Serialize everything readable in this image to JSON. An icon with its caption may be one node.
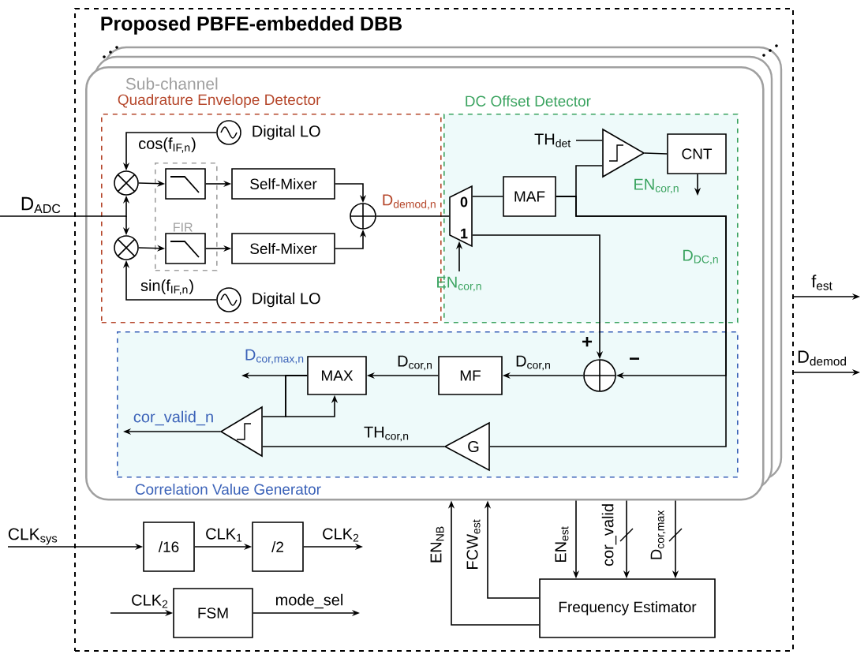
{
  "diagram": {
    "title": "Proposed PBFE-embedded DBB",
    "nodes": [
      {
        "text": [],
        "shape": "box"
      },
      {
        "text": [
          "Sub-channel"
        ],
        "in": 0
      },
      {
        "text": [
          "Quadrature Envelope Detector"
        ],
        "in": 1
      },
      {
        "text": [
          "DC Offset Detector"
        ],
        "in": 1
      },
      {
        "text": [
          "Correlation Value Generator"
        ],
        "in": 1
      },
      {
        "text": [],
        "shape": "circle",
        "beside": [
          "Digital LO"
        ],
        "in": 2
      },
      {
        "text": [],
        "shape": "circle",
        "in": 2
      },
      {
        "text": [
          "FIR"
        ],
        "in": 2
      },
      {
        "text": [],
        "shape": "box",
        "in": 7
      },
      {
        "text": [
          "Self-Mixer"
        ],
        "in": 2
      },
      {
        "text": [],
        "shape": "circle",
        "in": 2
      },
      {
        "text": [],
        "shape": "circle",
        "in": 2
      },
      {
        "text": [],
        "shape": "box",
        "in": 7
      },
      {
        "text": [
          "Self-Mixer"
        ],
        "in": 2
      },
      {
        "text": [],
        "shape": "circle",
        "beside": [
          "Digital LO"
        ],
        "in": 2
      },
      {
        "text": [
          "0",
          "1"
        ],
        "in": 3
      },
      {
        "text": [
          "MAF"
        ],
        "in": 3
      },
      {
        "text": [],
        "shape": "triangle",
        "in": 3
      },
      {
        "text": [
          "CNT"
        ],
        "in": 3
      },
      {
        "text": [],
        "shape": "circle",
        "in": 4
      },
      {
        "text": [
          "MF"
        ],
        "in": 4
      },
      {
        "text": [
          "MAX"
        ],
        "in": 4
      },
      {
        "text": [],
        "shape": "triangle",
        "in": 4
      },
      {
        "text": [
          "G"
        ],
        "in": 4
      },
      {
        "text": [
          "/16"
        ],
        "in": 0
      },
      {
        "text": [
          "/2"
        ],
        "in": 0
      },
      {
        "text": [
          "FSM"
        ],
        "in": 0
      },
      {
        "text": [
          "Frequency Estimator"
        ],
        "in": 0
      }
    ],
    "edges": [
      {
        "from": null,
        "to": 6,
        "arrow": "to",
        "label": "D$_{ADC}$"
      },
      {
        "from": null,
        "to": 11,
        "arrow": "to"
      },
      {
        "from": 5,
        "to": 6,
        "arrow": "to",
        "label": "cos(f$_{IF,n}$)"
      },
      {
        "from": 14,
        "to": 11,
        "arrow": "to",
        "label": "sin(f$_{IF,n}$)"
      },
      {
        "from": 6,
        "to": 8,
        "arrow": "to"
      },
      {
        "from": 8,
        "to": 9,
        "arrow": "to"
      },
      {
        "from": 9,
        "to": 10,
        "arrow": "to"
      },
      {
        "from": 11,
        "to": 12,
        "arrow": "to"
      },
      {
        "from": 12,
        "to": 13,
        "arrow": "to"
      },
      {
        "from": 13,
        "to": 10,
        "arrow": "to"
      },
      {
        "from": 10,
        "to": 15,
        "arrow": "none",
        "label": "D$_{demod,n}$"
      },
      {
        "from": null,
        "to": 15,
        "arrow": "to",
        "label": "EN$_{cor,n}$"
      },
      {
        "from": 15,
        "to": 16,
        "arrow": "none"
      },
      {
        "from": 16,
        "to": 17,
        "arrow": "none"
      },
      {
        "from": null,
        "to": 17,
        "arrow": "none",
        "label": "TH$_{det}$"
      },
      {
        "from": 17,
        "to": 18,
        "arrow": "none"
      },
      {
        "from": 18,
        "to": null,
        "arrow": "to",
        "label": "EN$_{cor,n}$"
      },
      {
        "from": 16,
        "to": 19,
        "arrow": "to",
        "label": "D$_{DC,n}$"
      },
      {
        "from": 15,
        "to": 19,
        "arrow": "to"
      },
      {
        "from": 19,
        "to": 20,
        "arrow": "to",
        "label": "D$_{cor,n}$"
      },
      {
        "from": 20,
        "to": 21,
        "arrow": "to",
        "label": "D$_{cor,n}$"
      },
      {
        "from": 21,
        "to": null,
        "arrow": "to",
        "label": "D$_{cor,max,n}$"
      },
      {
        "from": 21,
        "to": 22,
        "arrow": "none"
      },
      {
        "from": 21,
        "to": 21,
        "arrow": "to"
      },
      {
        "from": 22,
        "to": null,
        "arrow": "to",
        "label": "cor_valid_n"
      },
      {
        "from": 23,
        "to": 22,
        "arrow": "none",
        "label": "TH$_{cor,n}$"
      },
      {
        "from": 16,
        "to": 23,
        "arrow": "none"
      },
      {
        "from": null,
        "to": 24,
        "arrow": "to",
        "label": "CLK$_{sys}$"
      },
      {
        "from": 24,
        "to": 25,
        "arrow": "to",
        "label": "CLK$_{1}$"
      },
      {
        "from": 25,
        "to": null,
        "arrow": "to",
        "label": "CLK$_{2}$"
      },
      {
        "from": null,
        "to": 26,
        "arrow": "to",
        "label": "CLK$_{2}$"
      },
      {
        "from": 26,
        "to": null,
        "arrow": "to",
        "label": "mode_sel"
      },
      {
        "from": 27,
        "to": 1,
        "arrow": "to",
        "label": "EN$_{NB}$"
      },
      {
        "from": 27,
        "to": 1,
        "arrow": "to",
        "label": "FCW$_{est}$"
      },
      {
        "from": 1,
        "to": 27,
        "arrow": "to",
        "label": "EN$_{est}$"
      },
      {
        "from": 1,
        "to": 27,
        "arrow": "to",
        "label": "cor_valid"
      },
      {
        "from": 1,
        "to": 27,
        "arrow": "to",
        "label": "D$_{cor,max}$"
      },
      {
        "from": 0,
        "to": null,
        "arrow": "to",
        "label": "f$_{est}$"
      },
      {
        "from": 0,
        "to": null,
        "arrow": "to",
        "label": "D$_{demod}$"
      }
    ],
    "labels": [
      "+",
      "−"
    ]
  }
}
